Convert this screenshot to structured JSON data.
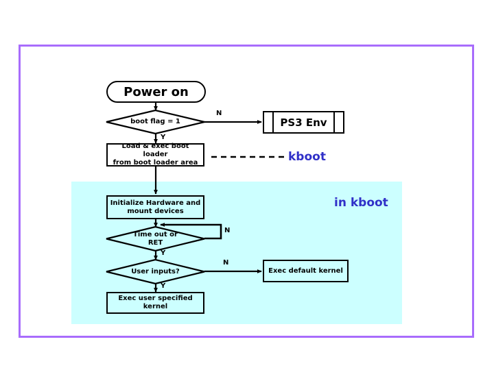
{
  "diagram": {
    "title_node": "Power on",
    "frame_color": "#a86cfc",
    "region_color": "#ccffff",
    "annotation_color": "#3030c8",
    "nodes": {
      "power_on": "Power on",
      "boot_flag": "boot flag = 1",
      "ps3_env": "PS3 Env",
      "load_exec": "Load & exec boot loader\nfrom boot loader area",
      "load_exec_line1": "Load & exec boot loader",
      "load_exec_line2": "from boot loader area",
      "init_hw_line1": "Initialize Hardware and",
      "init_hw_line2": "mount devices",
      "timeout_line1": "Time out or",
      "timeout_line2": "RET",
      "user_inputs": "User inputs?",
      "exec_default": "Exec default kernel",
      "exec_user": "Exec user specified kernel"
    },
    "edge_labels": {
      "boot_flag_n": "N",
      "boot_flag_y": "Y",
      "timeout_n": "N",
      "timeout_y": "Y",
      "user_inputs_n": "N",
      "user_inputs_y": "Y"
    },
    "annotations": {
      "kboot": "kboot",
      "in_kboot": "in kboot"
    }
  }
}
